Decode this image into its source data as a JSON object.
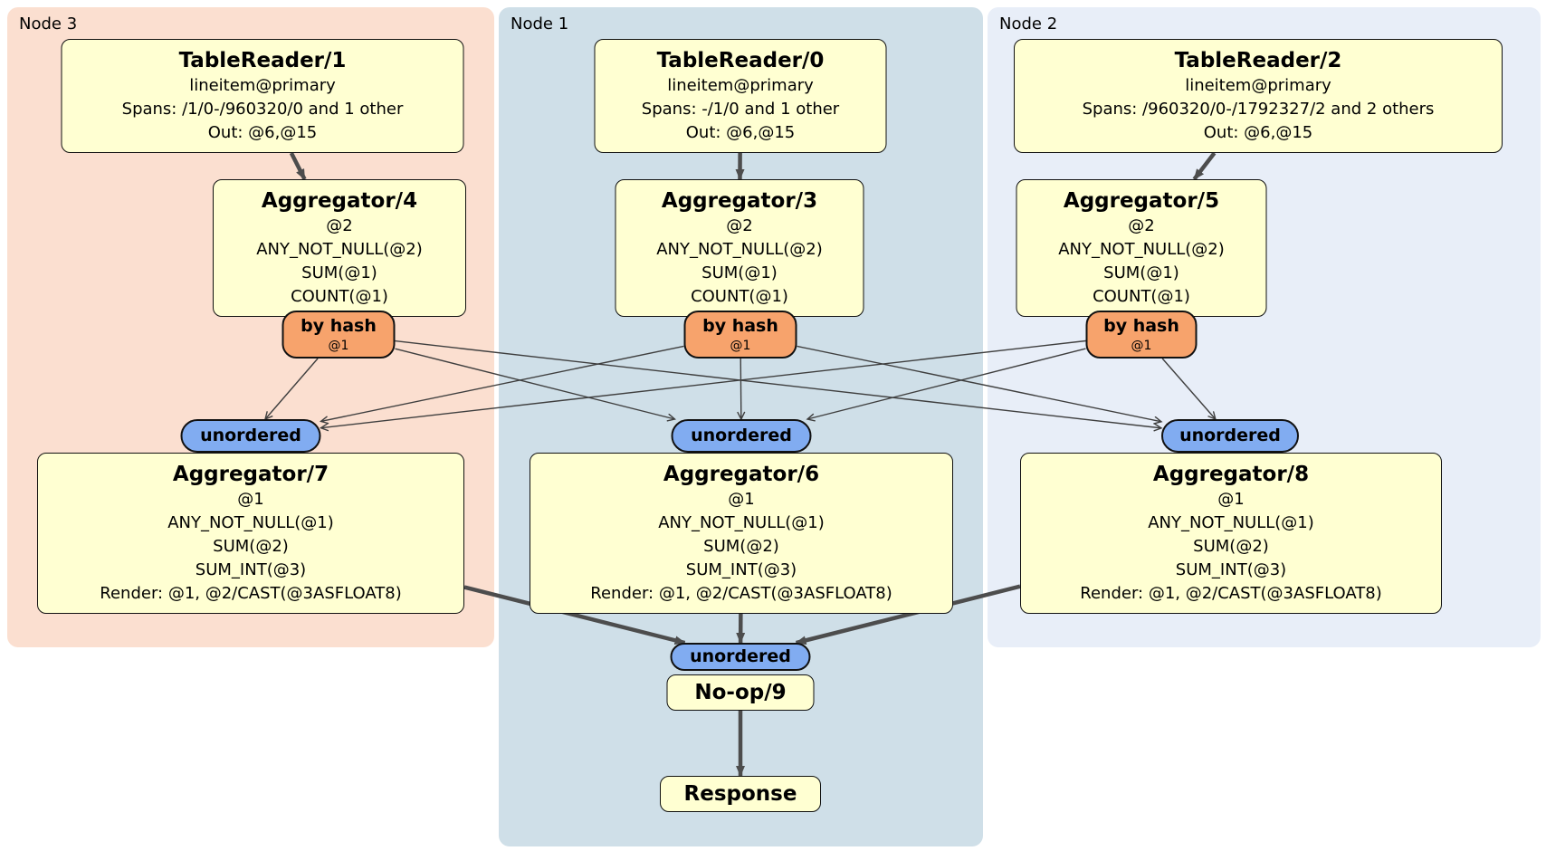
{
  "panels": [
    {
      "id": "node3",
      "label": "Node 3"
    },
    {
      "id": "node1",
      "label": "Node 1"
    },
    {
      "id": "node2",
      "label": "Node 2"
    }
  ],
  "nodes": {
    "tr1": {
      "title": "TableReader/1",
      "lines": [
        "lineitem@primary",
        "Spans: /1/0-/960320/0 and 1 other",
        "Out: @6,@15"
      ]
    },
    "tr0": {
      "title": "TableReader/0",
      "lines": [
        "lineitem@primary",
        "Spans: -/1/0 and 1 other",
        "Out: @6,@15"
      ]
    },
    "tr2": {
      "title": "TableReader/2",
      "lines": [
        "lineitem@primary",
        "Spans: /960320/0-/1792327/2 and 2 others",
        "Out: @6,@15"
      ]
    },
    "agg4": {
      "title": "Aggregator/4",
      "lines": [
        "@2",
        "ANY_NOT_NULL(@2)",
        "SUM(@1)",
        "COUNT(@1)"
      ]
    },
    "agg3": {
      "title": "Aggregator/3",
      "lines": [
        "@2",
        "ANY_NOT_NULL(@2)",
        "SUM(@1)",
        "COUNT(@1)"
      ]
    },
    "agg5": {
      "title": "Aggregator/5",
      "lines": [
        "@2",
        "ANY_NOT_NULL(@2)",
        "SUM(@1)",
        "COUNT(@1)"
      ]
    },
    "agg7": {
      "title": "Aggregator/7",
      "lines": [
        "@1",
        "ANY_NOT_NULL(@1)",
        "SUM(@2)",
        "SUM_INT(@3)",
        "Render: @1, @2/CAST(@3ASFLOAT8)"
      ]
    },
    "agg6": {
      "title": "Aggregator/6",
      "lines": [
        "@1",
        "ANY_NOT_NULL(@1)",
        "SUM(@2)",
        "SUM_INT(@3)",
        "Render: @1, @2/CAST(@3ASFLOAT8)"
      ]
    },
    "agg8": {
      "title": "Aggregator/8",
      "lines": [
        "@1",
        "ANY_NOT_NULL(@1)",
        "SUM(@2)",
        "SUM_INT(@3)",
        "Render: @1, @2/CAST(@3ASFLOAT8)"
      ]
    },
    "noop": {
      "title": "No-op/9",
      "lines": []
    },
    "resp": {
      "title": "Response",
      "lines": []
    }
  },
  "routers": {
    "hashL": {
      "label": "by hash",
      "sub": "@1"
    },
    "hashM": {
      "label": "by hash",
      "sub": "@1"
    },
    "hashR": {
      "label": "by hash",
      "sub": "@1"
    },
    "uL": {
      "label": "unordered"
    },
    "uM": {
      "label": "unordered"
    },
    "uR": {
      "label": "unordered"
    },
    "uB": {
      "label": "unordered"
    }
  },
  "edges": [
    {
      "from": "tr1",
      "to": "agg4",
      "kind": "thick"
    },
    {
      "from": "tr0",
      "to": "agg3",
      "kind": "thick"
    },
    {
      "from": "tr2",
      "to": "agg5",
      "kind": "thick"
    },
    {
      "from": "hashL",
      "to": "uL",
      "kind": "thin"
    },
    {
      "from": "hashL",
      "to": "uM",
      "kind": "thin"
    },
    {
      "from": "hashL",
      "to": "uR",
      "kind": "thin"
    },
    {
      "from": "hashM",
      "to": "uL",
      "kind": "thin"
    },
    {
      "from": "hashM",
      "to": "uM",
      "kind": "thin"
    },
    {
      "from": "hashM",
      "to": "uR",
      "kind": "thin"
    },
    {
      "from": "hashR",
      "to": "uL",
      "kind": "thin"
    },
    {
      "from": "hashR",
      "to": "uM",
      "kind": "thin"
    },
    {
      "from": "hashR",
      "to": "uR",
      "kind": "thin"
    },
    {
      "from": "agg7",
      "to": "uB",
      "kind": "thick"
    },
    {
      "from": "agg6",
      "to": "uB",
      "kind": "thick"
    },
    {
      "from": "agg8",
      "to": "uB",
      "kind": "thick"
    },
    {
      "from": "noop",
      "to": "resp",
      "kind": "thick"
    }
  ],
  "colors": {
    "panel_node3": "#fbdfd0",
    "panel_node1": "#cfdfe8",
    "panel_node2": "#e8eef8",
    "node_fill": "#ffffd2",
    "node_border": "#111111",
    "hash_router_fill": "#f7a36c",
    "stream_pill_fill": "#81acf1",
    "edge_thin": "#3f3f3f",
    "edge_thick": "#4d4d4d"
  }
}
